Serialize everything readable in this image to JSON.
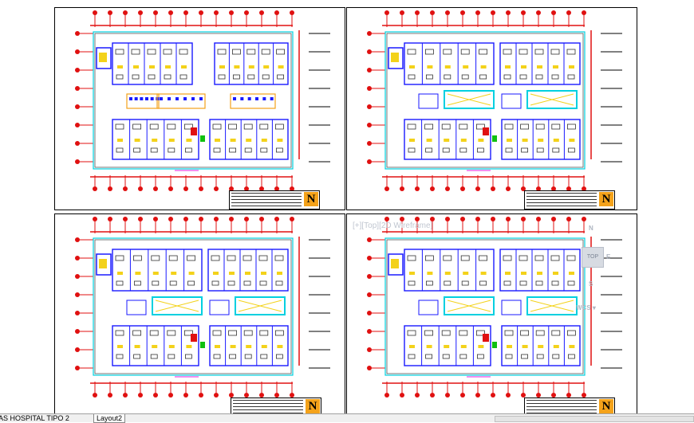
{
  "viewport": {
    "view_label": "[+][Top][2D Wireframe]",
    "viewcube": {
      "face": "TOP",
      "north": "N",
      "east": "E",
      "west": "W",
      "south": "S"
    },
    "ucs_label": "WCS",
    "logo_letter": "N",
    "sheets": [
      {
        "id": 1,
        "name": "plan-sheet-top-left"
      },
      {
        "id": 2,
        "name": "plan-sheet-top-right"
      },
      {
        "id": 3,
        "name": "plan-sheet-bottom-left"
      },
      {
        "id": 4,
        "name": "plan-sheet-bottom-right"
      }
    ]
  },
  "tabs": [
    {
      "label": "AS HOSPITAL TIPO 2"
    },
    {
      "label": "Layout2"
    }
  ],
  "colors": {
    "wall_red": "#e01010",
    "room_blue": "#1a1aff",
    "cyan": "#00d0e0",
    "furniture_yellow": "#f3d21a",
    "orange": "#f4a21a",
    "magenta": "#e020e0",
    "green": "#10c010"
  }
}
